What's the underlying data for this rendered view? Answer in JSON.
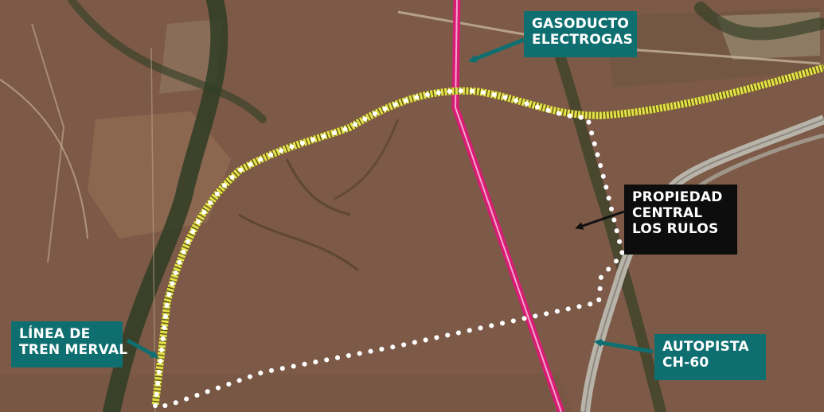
{
  "map": {
    "colors": {
      "terrain": "#7d5a47",
      "vegetation": "#2f3d24",
      "railway": "#e8e04a",
      "pipeline": "#d81b74",
      "property_boundary": "#ffffff",
      "road": "#b9b4aa",
      "label_teal": "#0f6f70",
      "label_black": "#0d0d0d"
    },
    "labels": {
      "gasoducto": {
        "lines": [
          "GASODUCTO",
          "ELECTROGAS"
        ]
      },
      "propiedad": {
        "lines": [
          "PROPIEDAD",
          "CENTRAL",
          "LOS RULOS"
        ]
      },
      "tren": {
        "lines": [
          "LÍNEA DE",
          "TREN MERVAL"
        ]
      },
      "autopista": {
        "lines": [
          "AUTOPISTA",
          "CH-60"
        ]
      }
    }
  }
}
